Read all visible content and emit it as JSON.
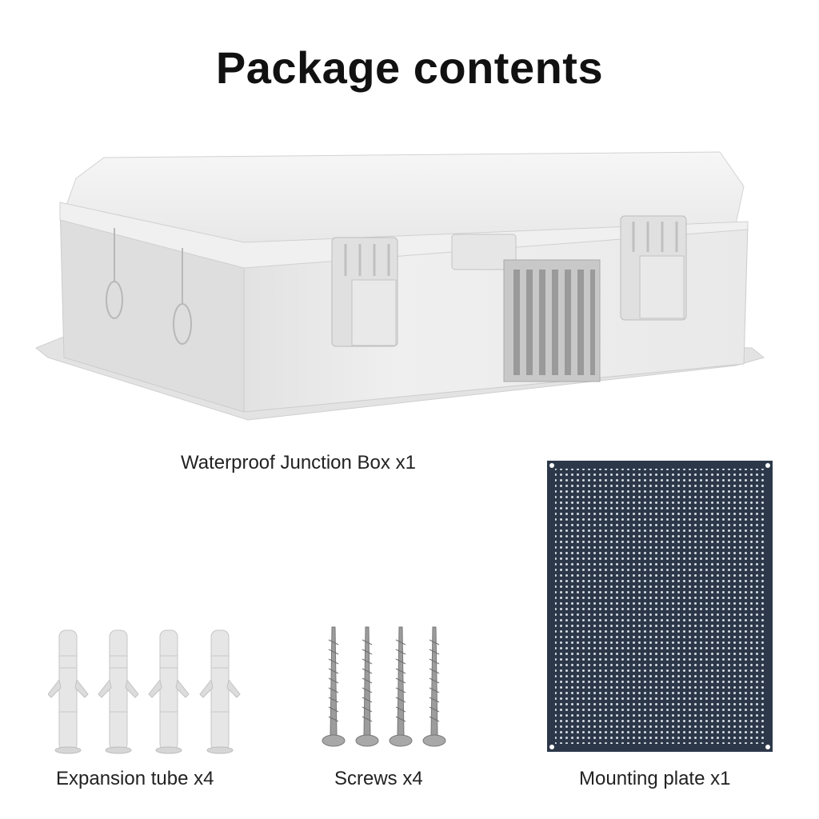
{
  "title": "Package contents",
  "items": {
    "junction_box": {
      "caption": "Waterproof Junction Box x1",
      "quantity": 1
    },
    "expansion_tube": {
      "caption": "Expansion tube x4",
      "quantity": 4
    },
    "screws": {
      "caption": "Screws x4",
      "quantity": 4
    },
    "mounting_plate": {
      "caption": "Mounting plate x1",
      "quantity": 1
    }
  },
  "colors": {
    "box_body": "#eeeeee",
    "box_shadow": "#c9c9c9",
    "plate": "#2c3849",
    "plug": "#e4e4e4",
    "screw": "#9a9a9a"
  }
}
